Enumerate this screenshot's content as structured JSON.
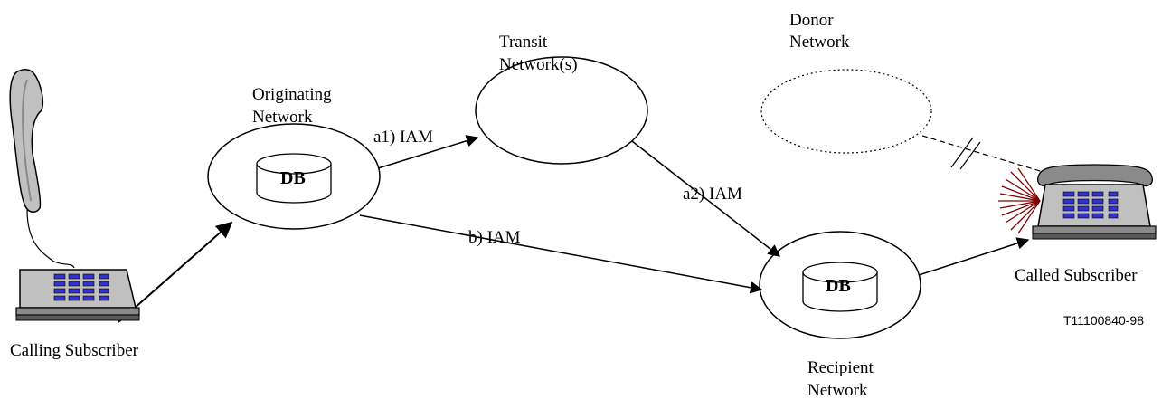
{
  "diagram": {
    "nodes": {
      "transit": {
        "label_line1": "Transit",
        "label_line2": "Network(s)"
      },
      "donor": {
        "label_line1": "Donor",
        "label_line2": "Network"
      },
      "originating": {
        "label_line1": "Originating",
        "label_line2": "Network",
        "db_label": "DB"
      },
      "recipient": {
        "label_line1": "Recipient",
        "label_line2": "Network",
        "db_label": "DB"
      }
    },
    "edges": {
      "a1": "a1) IAM",
      "a2": "a2) IAM",
      "b": "b) IAM"
    },
    "calling_subscriber": "Calling Subscriber",
    "called_subscriber": "Called Subscriber",
    "figure_id": "T11100840-98",
    "colors": {
      "phone_body": "#c0c0c0",
      "phone_keys": "#3333cc",
      "ring_lines": "#800000"
    }
  }
}
